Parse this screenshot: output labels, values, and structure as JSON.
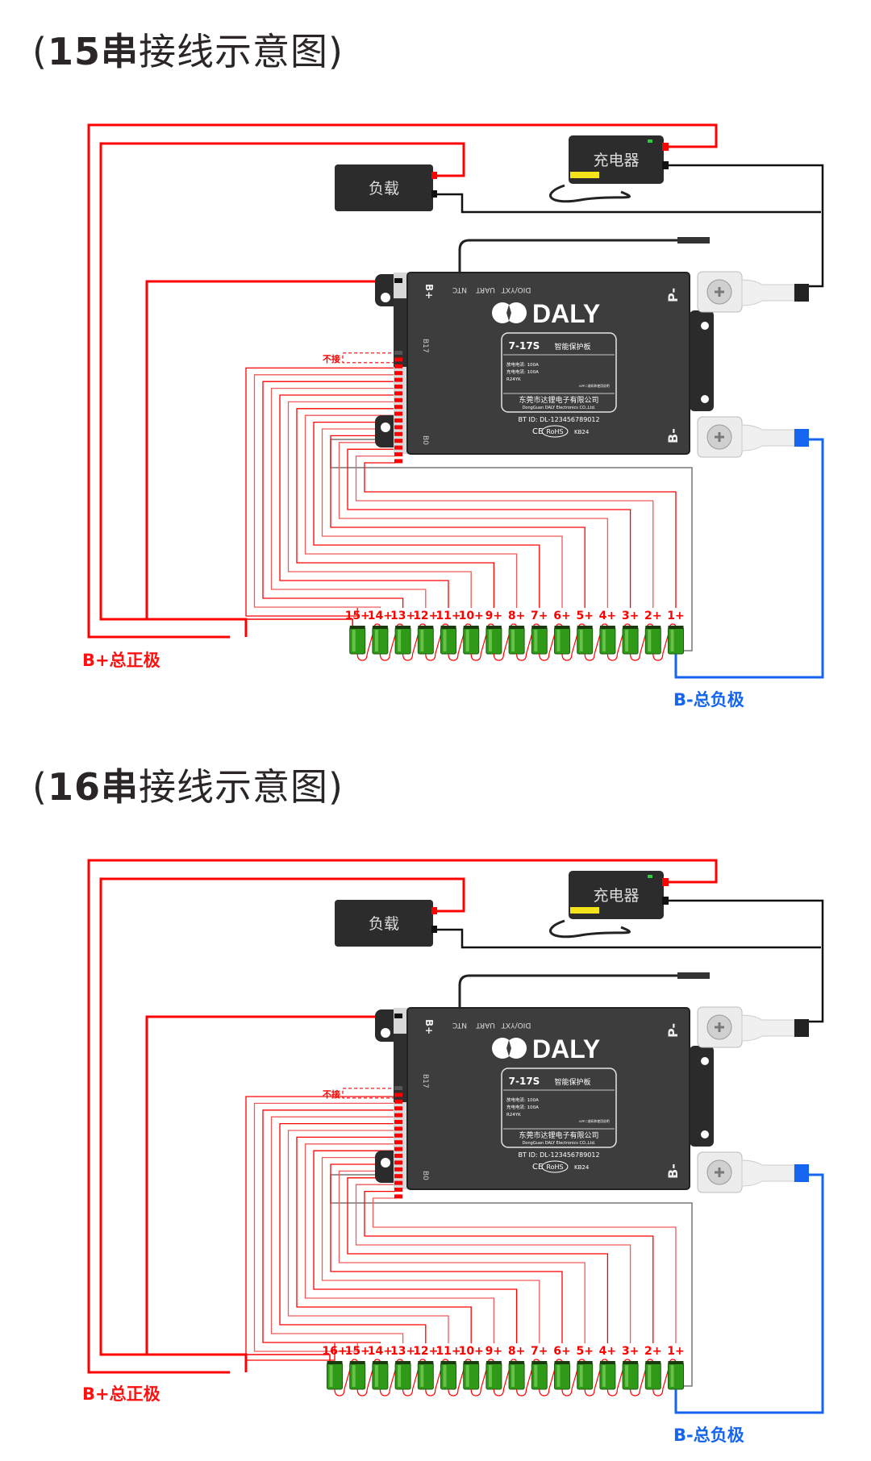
{
  "colors": {
    "positive_wire": "#ff0000",
    "negative_wire": "#1565f0",
    "sense_wire": "#f25a5a",
    "device_body": "#2c2c2c",
    "bms_body": "#3d3d3d",
    "cell_green": "#2f9a18",
    "title_text": "#2a2526"
  },
  "diagrams": [
    {
      "title_paren_open": "(",
      "title_count": "15",
      "title_rest": "串接线示意图",
      "title_paren_close": ")",
      "series_count": 15,
      "cell_labels": [
        "15+",
        "14+",
        "13+",
        "12+",
        "11+",
        "10+",
        "9+",
        "8+",
        "7+",
        "6+",
        "5+",
        "4+",
        "3+",
        "2+",
        "1+"
      ],
      "charger_label": "充电器",
      "load_label": "负载",
      "not_connected_label": "不接",
      "b_plus_total_label": "B+总正极",
      "b_minus_total_label": "B-总负极",
      "bms": {
        "brand": "DALY",
        "port_labels": [
          "DIO/YXT",
          "UART",
          "NTC"
        ],
        "b_plus_label": "B+",
        "b17_label": "B17",
        "b0_label": "B0",
        "p_minus_label": "P-",
        "b_minus_label": "B-",
        "model": "7-17S",
        "product_name": "智能保护板",
        "discharge_current": "放电电流: 100A",
        "charge_current": "充电电流: 100A",
        "code": "R24YK",
        "qr_note": "APP二维码和使用说明",
        "company_cn": "东莞市达锂电子有限公司",
        "company_en": "DongGuan DALY Electronics CO.,Ltd.",
        "bt_id": "BT ID: DL-123456789012",
        "cert": "CE",
        "rohs": "RoHS",
        "batch": "KB24"
      }
    },
    {
      "title_paren_open": "(",
      "title_count": "16",
      "title_rest": "串接线示意图",
      "title_paren_close": ")",
      "series_count": 16,
      "cell_labels": [
        "16+",
        "15+",
        "14+",
        "13+",
        "12+",
        "11+",
        "10+",
        "9+",
        "8+",
        "7+",
        "6+",
        "5+",
        "4+",
        "3+",
        "2+",
        "1+"
      ],
      "charger_label": "充电器",
      "load_label": "负载",
      "not_connected_label": "不接",
      "b_plus_total_label": "B+总正极",
      "b_minus_total_label": "B-总负极",
      "bms": {
        "brand": "DALY",
        "port_labels": [
          "DIO/YXT",
          "UART",
          "NTC"
        ],
        "b_plus_label": "B+",
        "b17_label": "B17",
        "b0_label": "B0",
        "p_minus_label": "P-",
        "b_minus_label": "B-",
        "model": "7-17S",
        "product_name": "智能保护板",
        "discharge_current": "放电电流: 100A",
        "charge_current": "充电电流: 100A",
        "code": "R24YK",
        "qr_note": "APP二维码和使用说明",
        "company_cn": "东莞市达锂电子有限公司",
        "company_en": "DongGuan DALY Electronics CO.,Ltd.",
        "bt_id": "BT ID: DL-123456789012",
        "cert": "CE",
        "rohs": "RoHS",
        "batch": "KB24"
      }
    }
  ]
}
